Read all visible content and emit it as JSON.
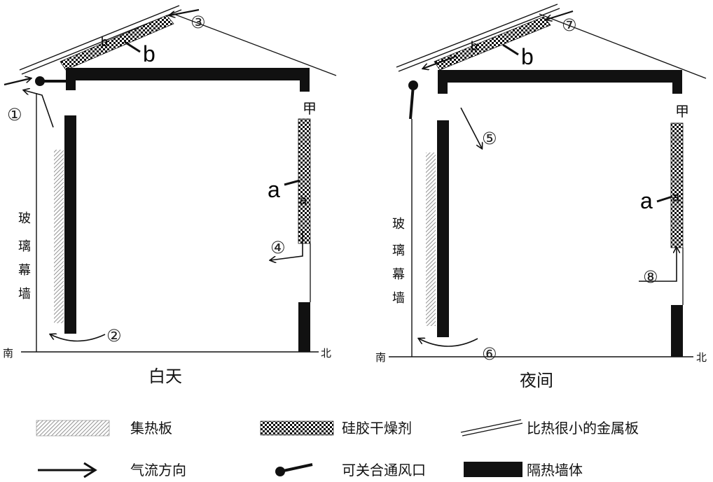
{
  "diagram": {
    "day": {
      "caption": "白天",
      "south": "南",
      "north": "北",
      "glass_wall_chars": [
        "玻",
        "璃",
        "幕",
        "墙"
      ],
      "vent_label": "甲",
      "flow_labels": {
        "one": "①",
        "two": "②",
        "three": "③",
        "four": "④"
      },
      "label_a_big": "a",
      "label_a_small": "a",
      "label_b_big": "b",
      "label_b_small": "b"
    },
    "night": {
      "caption": "夜间",
      "south": "南",
      "north": "北",
      "glass_wall_chars": [
        "玻",
        "璃",
        "幕",
        "墙"
      ],
      "vent_label": "甲",
      "flow_labels": {
        "five": "⑤",
        "six": "⑥",
        "seven": "⑦",
        "eight": "⑧"
      },
      "label_a_big": "a",
      "label_a_small": "a",
      "label_b_big": "b",
      "label_b_small": "b"
    },
    "legend": {
      "collector": "集热板",
      "desiccant": "硅胶干燥剂",
      "metal_plate": "比热很小的金属板",
      "airflow": "气流方向",
      "vent": "可关合通风口",
      "insulated_wall": "隔热墙体"
    }
  }
}
